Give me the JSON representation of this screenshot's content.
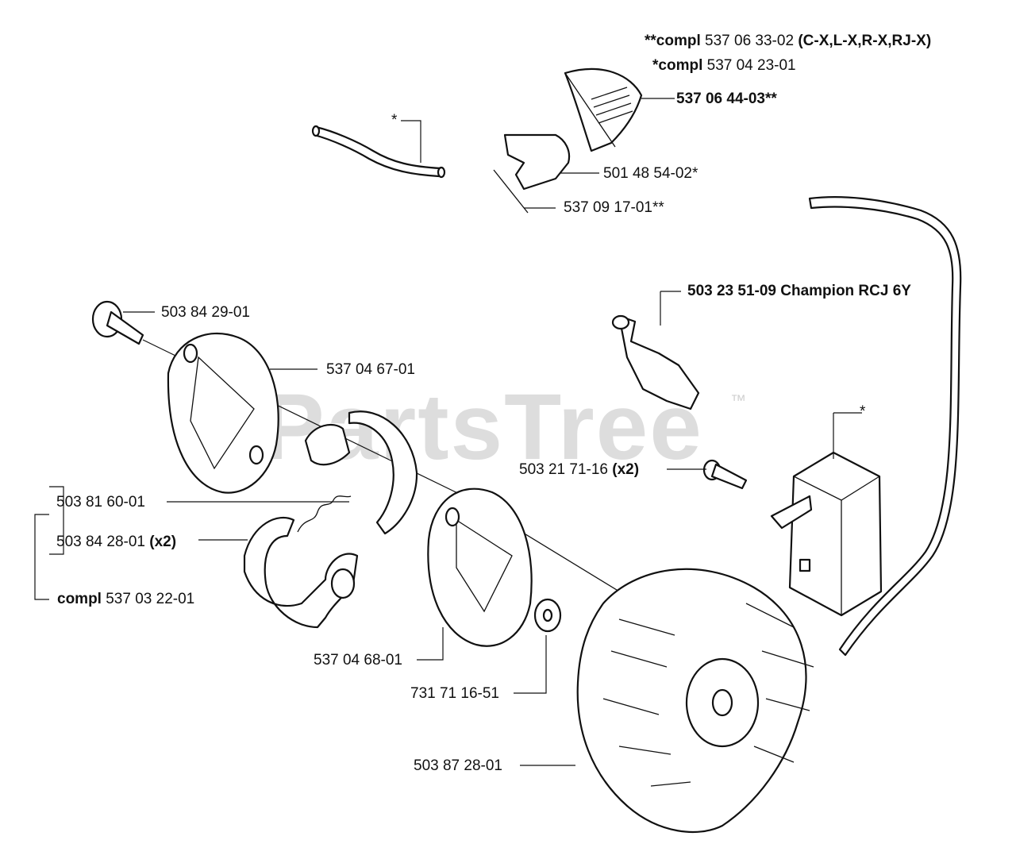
{
  "diagram": {
    "watermark": "PartsTree",
    "watermark_tm": "™",
    "legend": {
      "line1_prefix": "**compl",
      "line1_number": "537 06 33-02",
      "line1_suffix": "(C-X,L-X,R-X,RJ-X)",
      "line2_prefix": "*compl",
      "line2_number": "537 04 23-01"
    },
    "labels": {
      "p_537064403": "537 06 44-03**",
      "p_501485402": "501 48 54-02*",
      "p_537091701": "537 09 17-01**",
      "star_hose": "*",
      "p_503232509": "503 23 51-09 Champion RCJ 6Y",
      "p_503842901": "503 84 29-01",
      "p_537046701": "537 04 67-01",
      "p_503217116": "503 21 71-16",
      "x2_a": "(x2)",
      "star_ignition": "*",
      "p_503816001": "503 81 60-01",
      "p_503842801": "503 84 28-01",
      "x2_b": "(x2)",
      "compl_prefix": "compl",
      "compl_number": "537 03 22-01",
      "p_537046801": "537 04 68-01",
      "p_731711651": "731 71 16-51",
      "p_503872801": "503 87 28-01"
    }
  }
}
